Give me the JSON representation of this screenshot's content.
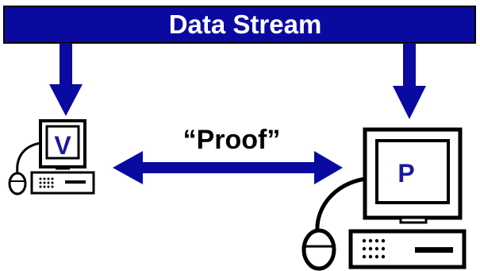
{
  "banner": {
    "label": "Data Stream"
  },
  "exchange": {
    "label": "“Proof”"
  },
  "verifier": {
    "screen_letter": "V"
  },
  "prover": {
    "screen_letter": "P"
  },
  "colors": {
    "accent": "#0a0aa0",
    "outline": "#000000",
    "background": "#ffffff",
    "screen_text": "#1a1aa0"
  },
  "icons": [
    "down-arrow-icon",
    "double-arrow-icon",
    "computer-icon",
    "mouse-icon",
    "keyboard-icon"
  ]
}
